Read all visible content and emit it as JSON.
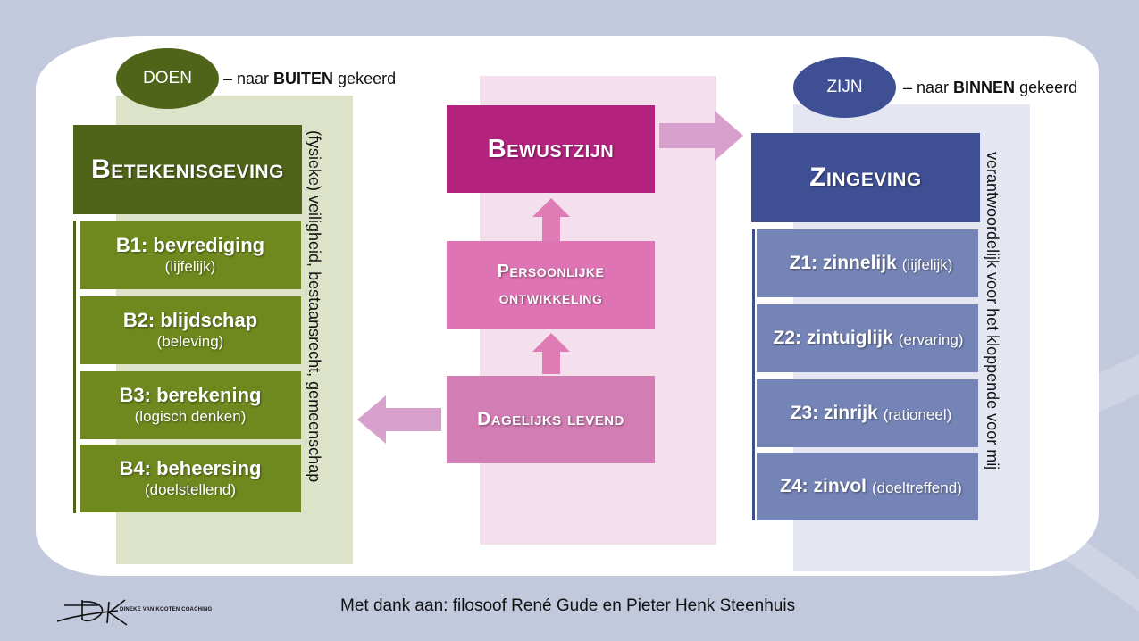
{
  "doen": {
    "ellipse_label": "DOEN",
    "note_prefix": "– naar ",
    "note_strong": "BUITEN",
    "note_suffix": " gekeerd",
    "header": "Betekenisgeving",
    "vertical_text": "(fysieke) veiligheid, bestaansrecht, gemeenschap",
    "items": [
      {
        "title": "B1: bevrediging",
        "sub": "(lijfelijk)"
      },
      {
        "title": "B2: blijdschap",
        "sub": "(beleving)"
      },
      {
        "title": "B3: berekening",
        "sub": "(logisch denken)"
      },
      {
        "title": "B4: beheersing",
        "sub": "(doelstellend)"
      }
    ],
    "colors": {
      "header": "#4f6419",
      "item": "#70891f",
      "ellipse": "#4f6419",
      "panel": "#dde3c8"
    }
  },
  "midden": {
    "top": "Bewustzijn",
    "middle_line1": "Persoonlijke",
    "middle_line2": "ontwikkeling",
    "bottom": "Dagelijks levend",
    "colors": {
      "top": "#b3237e",
      "middle": "#de74b3",
      "bottom": "#d27db4",
      "arrow": "#d8a0cc",
      "arrow_up": "#e07cb5"
    }
  },
  "zijn": {
    "ellipse_label": "ZIJN",
    "note_prefix": "– naar ",
    "note_strong": "BINNEN",
    "note_suffix": " gekeerd",
    "header": "Zingeving",
    "vertical_text": "verantwoordelijk voor het kloppende voor mij",
    "items": [
      {
        "title": "Z1: zinnelijk",
        "sub": "(lijfelijk)"
      },
      {
        "title": "Z2: zintuiglijk",
        "sub": "(ervaring)"
      },
      {
        "title": "Z3: zinrijk",
        "sub": "(rationeel)"
      },
      {
        "title": "Z4: zinvol",
        "sub": "(doeltreffend)"
      }
    ],
    "colors": {
      "header": "#3f4f93",
      "item": "#7584b6",
      "ellipse": "#3f4f93",
      "panel": "#e4e7f1"
    }
  },
  "footer": {
    "credit": "Met dank aan: filosoof René Gude en Pieter Henk Steenhuis",
    "logo_text": "DINEKE VAN KOOTEN COACHING"
  }
}
